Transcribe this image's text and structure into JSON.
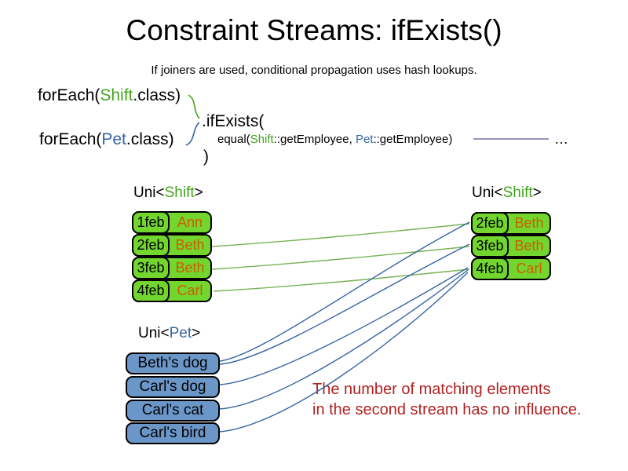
{
  "slide": {
    "title": "Constraint Streams: ifExists()",
    "subtitle": "If joiners are used, conditional propagation uses hash lookups."
  },
  "code": {
    "foreach_shift": {
      "pre": "forEach(",
      "cls": "Shift",
      "post": ".class)"
    },
    "foreach_pet": {
      "pre": "forEach(",
      "cls": "Pet",
      "post": ".class)"
    },
    "if_exists": ".ifExists(",
    "equal": {
      "pre": "equal(",
      "shift_ref": "Shift",
      "mid": "::getEmployee, ",
      "pet_ref": "Pet",
      "post": "::getEmployee)"
    },
    "close_paren": ")",
    "ellipsis": "…"
  },
  "left_shift_stream": {
    "header": {
      "pre": "Uni<",
      "type": "Shift",
      "post": ">"
    },
    "rows": [
      {
        "date": "1feb",
        "name": "Ann"
      },
      {
        "date": "2feb",
        "name": "Beth"
      },
      {
        "date": "3feb",
        "name": "Beth"
      },
      {
        "date": "4feb",
        "name": "Carl"
      }
    ]
  },
  "right_shift_stream": {
    "header": {
      "pre": "Uni<",
      "type": "Shift",
      "post": ">"
    },
    "rows": [
      {
        "date": "2feb",
        "name": "Beth"
      },
      {
        "date": "3feb",
        "name": "Beth"
      },
      {
        "date": "4feb",
        "name": "Carl"
      }
    ]
  },
  "pet_stream": {
    "header": {
      "pre": "Uni<",
      "type": "Pet",
      "post": ">"
    },
    "items": [
      {
        "label": "Beth's dog"
      },
      {
        "label": "Carl's dog"
      },
      {
        "label": "Carl's cat"
      },
      {
        "label": "Carl's bird"
      }
    ]
  },
  "annotation": {
    "line1": "The number of matching elements",
    "line2": "in the second stream has no influence."
  },
  "colors": {
    "shift_green_text": "#44A41E",
    "pet_blue_text": "#3465A4",
    "box_green": "#72D62F",
    "box_blue": "#6B96C8",
    "name_orange": "#CE5C00",
    "annotation_red": "#B22222",
    "green_line": "#77B356",
    "blue_line": "#3465A4",
    "purple_line": "#7D6BA8"
  }
}
